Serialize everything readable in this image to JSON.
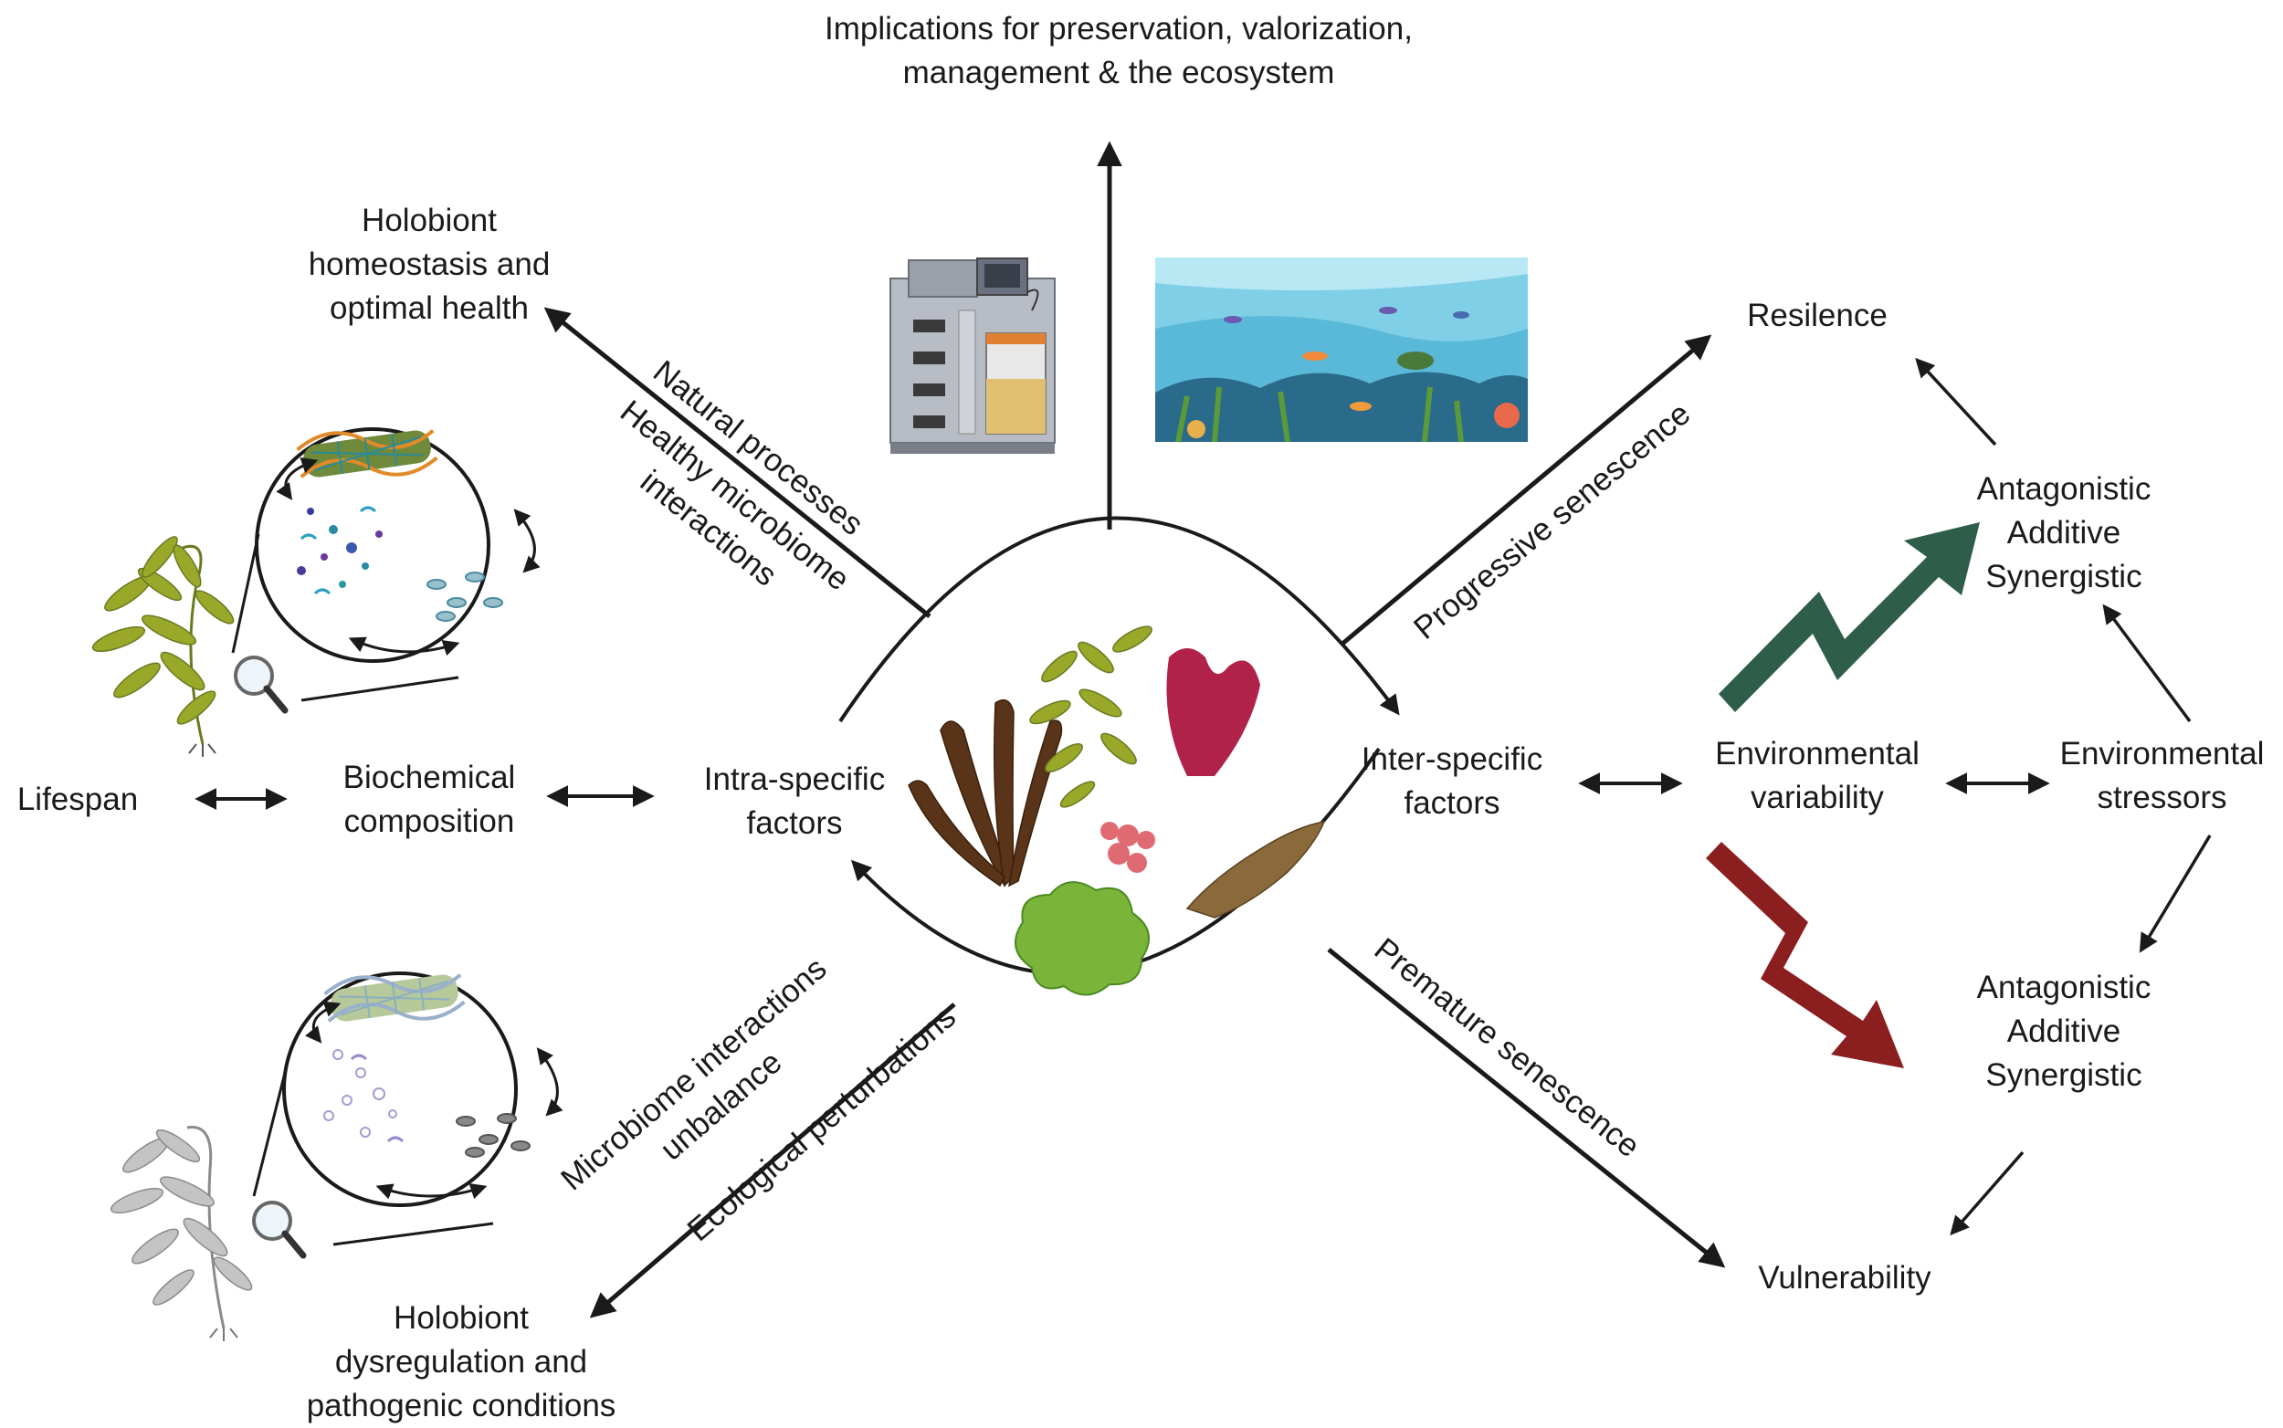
{
  "top": {
    "implications": [
      "Implications for preservation, valorization,",
      "management & the ecosystem"
    ]
  },
  "left": {
    "healthy_outcome": [
      "Holobiont",
      "homeostasis and",
      "optimal health"
    ],
    "dysregulated_outcome": [
      "Holobiont",
      "dysregulation and",
      "pathogenic conditions"
    ],
    "lifespan": "Lifespan",
    "biochemical": [
      "Biochemical",
      "composition"
    ],
    "intra_specific": [
      "Intra-specific",
      "factors"
    ],
    "arrow_labels": {
      "natural_processes": "Natural processes",
      "healthy_microbiome": [
        "Healthy microbiome",
        "interactions"
      ],
      "microbiome_unbalance": [
        "Microbiome interactions",
        "unbalance"
      ],
      "ecological_perturbations": "Ecological perturbations"
    }
  },
  "right": {
    "inter_specific": [
      "Inter-specific",
      "factors"
    ],
    "resilence": "Resilence",
    "vulnerability": "Vulnerability",
    "env_variability": [
      "Environmental",
      "variability"
    ],
    "env_stressors": [
      "Environmental",
      "stressors"
    ],
    "interaction_upper": [
      "Antagonistic",
      "Additive",
      "Synergistic"
    ],
    "interaction_lower": [
      "Antagonistic",
      "Additive",
      "Synergistic"
    ],
    "arrow_labels": {
      "progressive": "Progressive senescence",
      "premature": "Premature senescence"
    }
  },
  "colors": {
    "arrow": "#1a1a1a",
    "up_trend": "#2e5e4a",
    "down_trend": "#8b1e1e",
    "brown_seaweed": "#5a3418",
    "kelp": "#8c9a2a",
    "red_seaweed": "#b0224a",
    "coral": "#e06a72",
    "sea_lettuce": "#7ab53a",
    "feather_alga": "#8a6a3a",
    "ocean": "#7fd0e6"
  },
  "icons": [
    "seaweed-icon",
    "magnifier-icon",
    "microbiome-circle-icon",
    "bioreactor-icon",
    "ocean-scene-icon"
  ]
}
